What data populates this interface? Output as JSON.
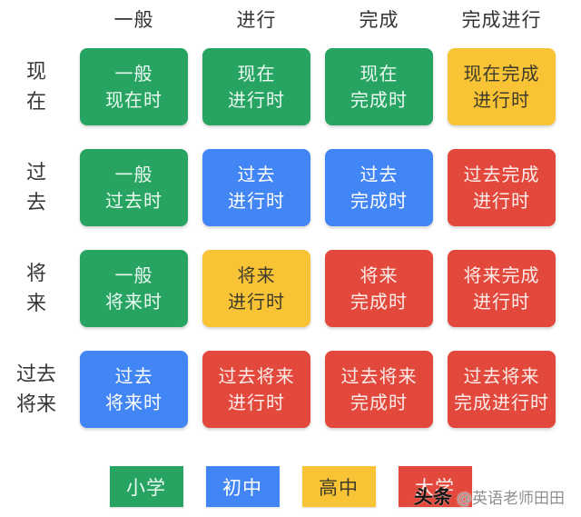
{
  "palette": {
    "green": {
      "bg": "#28A462",
      "fg": "#EAF9F1"
    },
    "blue": {
      "bg": "#4285F4",
      "fg": "#FFFFFF"
    },
    "yellow": {
      "bg": "#F8C335",
      "fg": "#3F3B2B"
    },
    "red": {
      "bg": "#E2493C",
      "fg": "#FDECEA"
    },
    "header_text": "#333333"
  },
  "chart_data": {
    "type": "table",
    "title": "",
    "columns": [
      "一般",
      "进行",
      "完成",
      "完成进行"
    ],
    "rows": [
      {
        "label_line1": "现",
        "label_line2": "在",
        "label": "现在",
        "cells": [
          {
            "line1": "一般",
            "line2": "现在时",
            "color": "green"
          },
          {
            "line1": "现在",
            "line2": "进行时",
            "color": "green"
          },
          {
            "line1": "现在",
            "line2": "完成时",
            "color": "green"
          },
          {
            "line1": "现在完成",
            "line2": "进行时",
            "color": "yellow"
          }
        ]
      },
      {
        "label_line1": "过",
        "label_line2": "去",
        "label": "过去",
        "cells": [
          {
            "line1": "一般",
            "line2": "过去时",
            "color": "green"
          },
          {
            "line1": "过去",
            "line2": "进行时",
            "color": "blue"
          },
          {
            "line1": "过去",
            "line2": "完成时",
            "color": "blue"
          },
          {
            "line1": "过去完成",
            "line2": "进行时",
            "color": "red"
          }
        ]
      },
      {
        "label_line1": "将",
        "label_line2": "来",
        "label": "将来",
        "cells": [
          {
            "line1": "一般",
            "line2": "将来时",
            "color": "green"
          },
          {
            "line1": "将来",
            "line2": "进行时",
            "color": "yellow"
          },
          {
            "line1": "将来",
            "line2": "完成时",
            "color": "red"
          },
          {
            "line1": "将来完成",
            "line2": "进行时",
            "color": "red"
          }
        ]
      },
      {
        "label_line1": "过去",
        "label_line2": "将来",
        "label": "过去将来",
        "cells": [
          {
            "line1": "过去",
            "line2": "将来时",
            "color": "blue"
          },
          {
            "line1": "过去将来",
            "line2": "进行时",
            "color": "red"
          },
          {
            "line1": "过去将来",
            "line2": "完成时",
            "color": "red"
          },
          {
            "line1": "过去将来",
            "line2": "完成进行时",
            "color": "red"
          }
        ]
      }
    ],
    "legend": [
      {
        "label": "小学",
        "color": "green"
      },
      {
        "label": "初中",
        "color": "blue"
      },
      {
        "label": "高中",
        "color": "yellow"
      },
      {
        "label": "大学",
        "color": "red"
      }
    ],
    "legend_position": "bottom"
  },
  "watermark": {
    "logo": "头条",
    "handle": "@英语老师田田"
  }
}
